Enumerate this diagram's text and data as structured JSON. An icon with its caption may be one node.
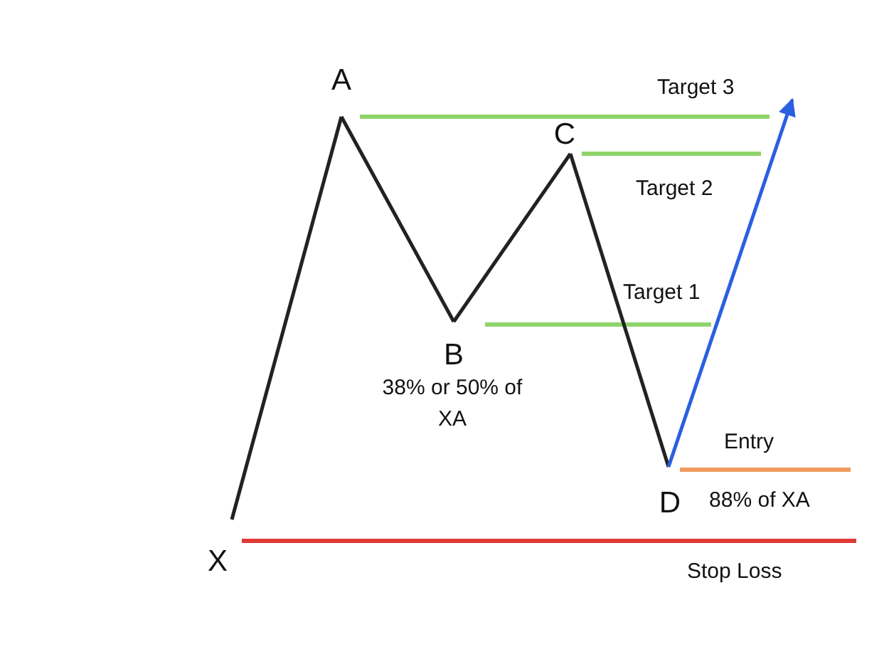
{
  "diagram": {
    "nodes": [
      {
        "text": [
          "X"
        ]
      },
      {
        "text": [
          "A"
        ]
      },
      {
        "text": [
          "B"
        ],
        "beside": [
          "38% or 50% of XA"
        ]
      },
      {
        "text": [
          "C"
        ]
      },
      {
        "text": [
          "D"
        ],
        "beside": [
          "88% of XA"
        ]
      }
    ],
    "edges": [
      {
        "from": 0,
        "to": 1,
        "arrow": "none"
      },
      {
        "from": 1,
        "to": 2,
        "arrow": "none"
      },
      {
        "from": 2,
        "to": 3,
        "arrow": "none"
      },
      {
        "from": 3,
        "to": 4,
        "arrow": "none"
      },
      {
        "from": 4,
        "to": null,
        "arrow": "to",
        "color": "#2a5fe0"
      }
    ],
    "labels": [
      "Target 3",
      "Target 2",
      "Target 1",
      "Entry",
      "Stop Loss"
    ]
  }
}
